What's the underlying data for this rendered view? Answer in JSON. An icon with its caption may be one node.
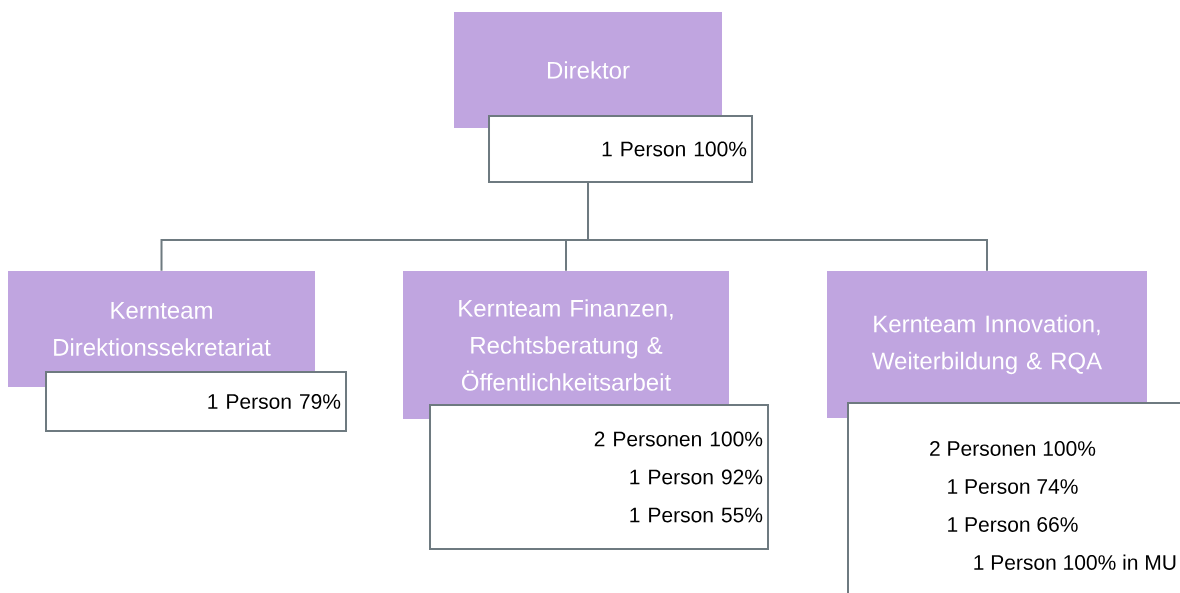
{
  "diagram": {
    "nodes": [
      {
        "text": [
          "Direktor"
        ]
      },
      {
        "text": [
          "1 Person 100%"
        ]
      },
      {
        "text": [
          "Kernteam Direktionssekretariat"
        ]
      },
      {
        "text": [
          "1 Person 79%"
        ]
      },
      {
        "text": [
          "Kernteam Finanzen, Rechtsberatung & Öffentlichkeitsarbeit"
        ]
      },
      {
        "text": [
          "2 Personen 100%",
          "1 Person 92%",
          "1 Person 55%"
        ]
      },
      {
        "text": [
          "Kernteam Innovation, Weiterbildung & RQA"
        ]
      },
      {
        "text": [
          "2 Personen 100%",
          "1 Person 74%",
          "1 Person 66%",
          "1 Person 100% in MU"
        ]
      }
    ],
    "edges": [
      {
        "from": 1,
        "to": 2,
        "arrow": "none"
      },
      {
        "from": 1,
        "to": 4,
        "arrow": "none"
      },
      {
        "from": 1,
        "to": 6,
        "arrow": "none"
      }
    ]
  }
}
